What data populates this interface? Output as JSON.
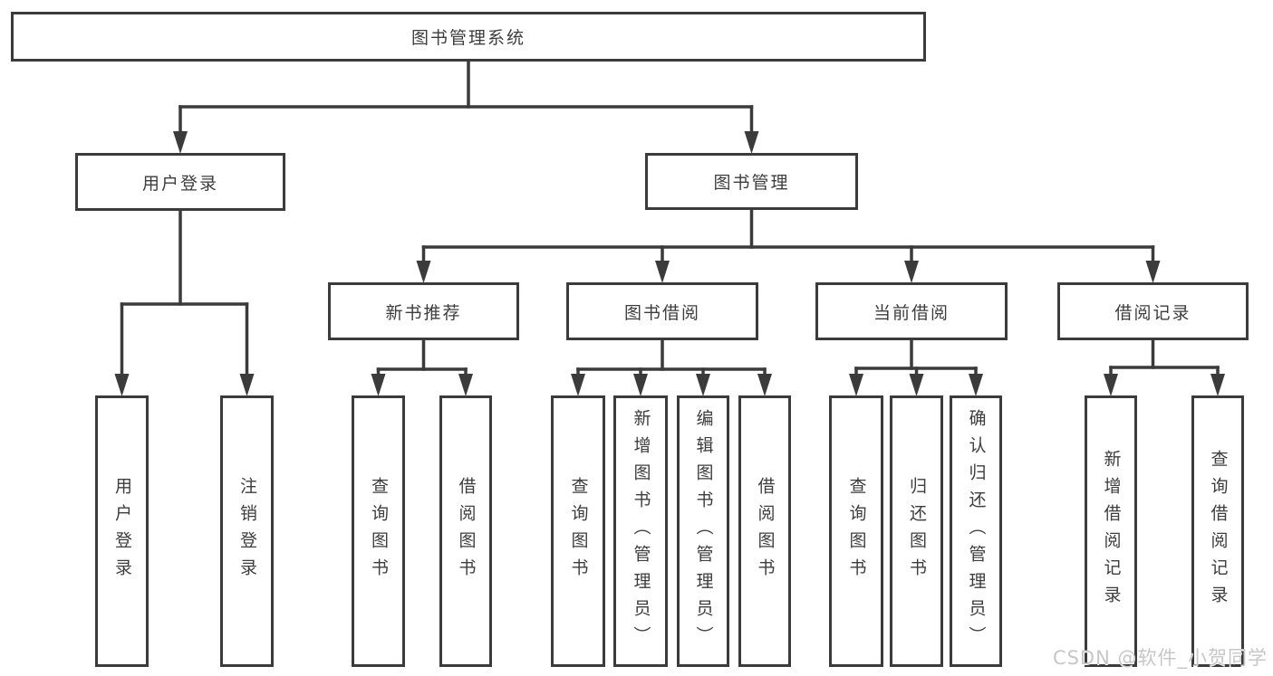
{
  "diagram": {
    "title": "图书管理系统",
    "type": "hierarchy-tree",
    "colors": {
      "line": "#3b3b3b",
      "border": "#3b3b3b",
      "text": "#3d3d3d",
      "background": "#ffffff",
      "watermark": "#c7c7c7"
    },
    "nodes": [
      {
        "id": "root",
        "label": "图书管理系统",
        "parent": null,
        "vertical": false
      },
      {
        "id": "user-login",
        "label": "用户登录",
        "parent": "root",
        "vertical": false
      },
      {
        "id": "book-mgmt",
        "label": "图书管理",
        "parent": "root",
        "vertical": false
      },
      {
        "id": "new-books",
        "label": "新书推荐",
        "parent": "book-mgmt",
        "vertical": false
      },
      {
        "id": "borrow",
        "label": "图书借阅",
        "parent": "book-mgmt",
        "vertical": false
      },
      {
        "id": "current",
        "label": "当前借阅",
        "parent": "book-mgmt",
        "vertical": false
      },
      {
        "id": "records",
        "label": "借阅记录",
        "parent": "book-mgmt",
        "vertical": false
      },
      {
        "id": "login",
        "label": "用户登录",
        "parent": "user-login",
        "vertical": true
      },
      {
        "id": "logout",
        "label": "注销登录",
        "parent": "user-login",
        "vertical": true
      },
      {
        "id": "nb-query",
        "label": "查询图书",
        "parent": "new-books",
        "vertical": true
      },
      {
        "id": "nb-borrow",
        "label": "借阅图书",
        "parent": "new-books",
        "vertical": true
      },
      {
        "id": "bw-query",
        "label": "查询图书",
        "parent": "borrow",
        "vertical": true
      },
      {
        "id": "bw-add",
        "label": "新增图书（管理员）",
        "parent": "borrow",
        "vertical": true
      },
      {
        "id": "bw-edit",
        "label": "编辑图书（管理员）",
        "parent": "borrow",
        "vertical": true
      },
      {
        "id": "bw-borrow",
        "label": "借阅图书",
        "parent": "borrow",
        "vertical": true
      },
      {
        "id": "cur-query",
        "label": "查询图书",
        "parent": "current",
        "vertical": true
      },
      {
        "id": "cur-return",
        "label": "归还图书",
        "parent": "current",
        "vertical": true
      },
      {
        "id": "cur-confirm",
        "label": "确认归还（管理员）",
        "parent": "current",
        "vertical": true
      },
      {
        "id": "rec-add",
        "label": "新增借阅记录",
        "parent": "records",
        "vertical": true
      },
      {
        "id": "rec-query",
        "label": "查询借阅记录",
        "parent": "records",
        "vertical": true
      }
    ],
    "watermark": "CSDN @软件_小贺同学"
  }
}
